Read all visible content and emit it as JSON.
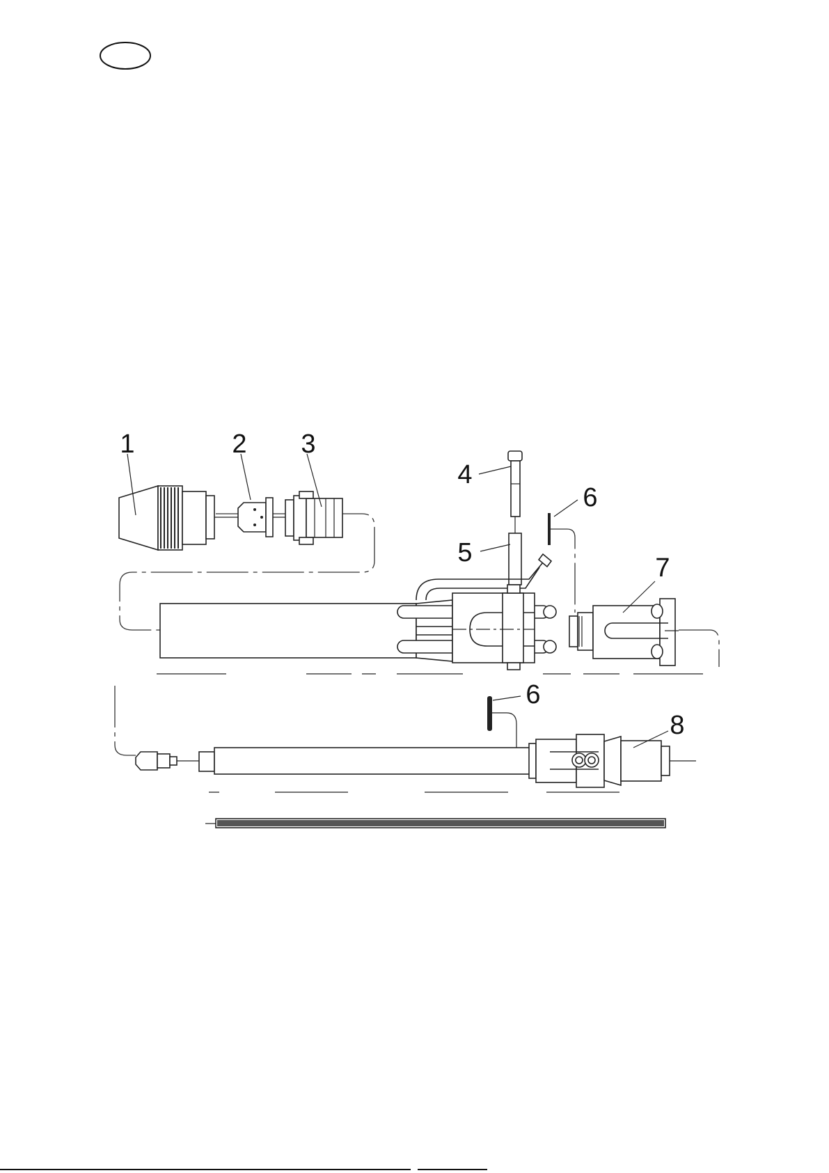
{
  "diagram": {
    "language_badge": "",
    "colors": {
      "line": "#222222",
      "background": "#ffffff"
    },
    "callouts": [
      {
        "id": "1",
        "label": "1",
        "part": "nozzle"
      },
      {
        "id": "2",
        "label": "2",
        "part": "contact-tip"
      },
      {
        "id": "3",
        "label": "3",
        "part": "tip-adapter"
      },
      {
        "id": "4",
        "label": "4",
        "part": "screw"
      },
      {
        "id": "5",
        "label": "5",
        "part": "sleeve"
      },
      {
        "id": "6a",
        "label": "6",
        "part": "o-ring-upper"
      },
      {
        "id": "7",
        "label": "7",
        "part": "connector-housing"
      },
      {
        "id": "6b",
        "label": "6",
        "part": "o-ring-lower"
      },
      {
        "id": "8",
        "label": "8",
        "part": "central-connector"
      }
    ]
  }
}
